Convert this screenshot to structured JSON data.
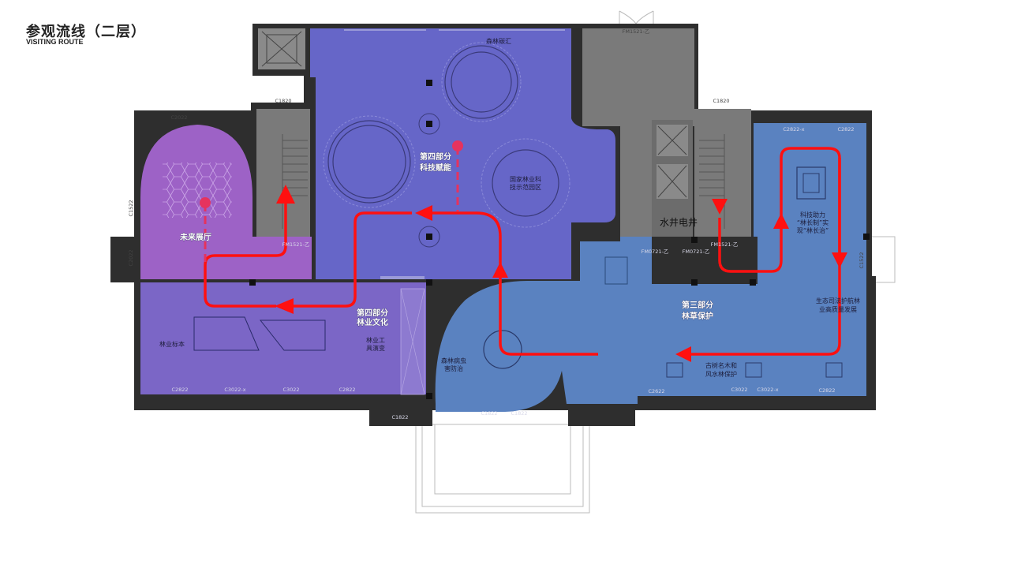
{
  "header": {
    "title": "参观流线（二层）",
    "subtitle": "VISITING ROUTE"
  },
  "colors": {
    "wall": "#2e2e2e",
    "service": "#7a7a7a",
    "zone_part4_tech": "#6666c8",
    "zone_part4_culture": "#7b66c6",
    "zone_part3": "#5a82c0",
    "zone_cylinder_room": "#9d62c6",
    "route": "#ff1010",
    "marker": "#e5335e"
  },
  "zones": {
    "part4_tech": {
      "title_line1": "第四部分",
      "title_line2": "科技赋能"
    },
    "part4_culture": {
      "title_line1": "第四部分",
      "title_line2": "林业文化"
    },
    "part3": {
      "title_line1": "第三部分",
      "title_line2": "林草保护"
    },
    "cylinder_room": {
      "title": "未来展厅"
    }
  },
  "labels": {
    "forest_carbon": "森林碳汇",
    "national_demo_line1": "国家林业科",
    "national_demo_line2": "技示范园区",
    "forest_pest_line1": "森林病虫",
    "forest_pest_line2": "害防治",
    "forestry_specimens": "林业标本",
    "tools_line1": "林业工",
    "tools_line2": "具演变",
    "tech_chief_line1": "科技助力",
    "tech_chief_line2": "“林长制”实",
    "tech_chief_line3": "现“林长治”",
    "eco_justice_line1": "生态司法护航林",
    "eco_justice_line2": "业高质量发展",
    "ancient_trees_line1": "古树名木和",
    "ancient_trees_line2": "风水林保护",
    "water_well": "水井",
    "power_well": "电井"
  },
  "codes": {
    "fm1521_top": "FM1521-乙",
    "c1820_left": "C1820",
    "c1820_right": "C1820",
    "c1522_left": "C1522",
    "c1522_right": "C1522",
    "c2022_small": "C2022",
    "fm1521_left": "FM1521-乙",
    "fm0721_a": "FM0721-乙",
    "fm0721_b": "FM0721-乙",
    "fm1521_right": "FM1521-乙",
    "c2822_top_a": "C2822-x",
    "c2822_top_b": "C2822",
    "c2822_b1": "C2822",
    "c3022_b1": "C3022-x",
    "c3022_b2": "C3022",
    "c2822_b2": "C2822",
    "c1822_a": "C1822",
    "c1822_b": "C1822",
    "c1822_c": "C1822",
    "c2622": "C2622",
    "c3022_b3": "C3022",
    "c3022_b4": "C3022-x",
    "c2822_b3": "C2822"
  }
}
